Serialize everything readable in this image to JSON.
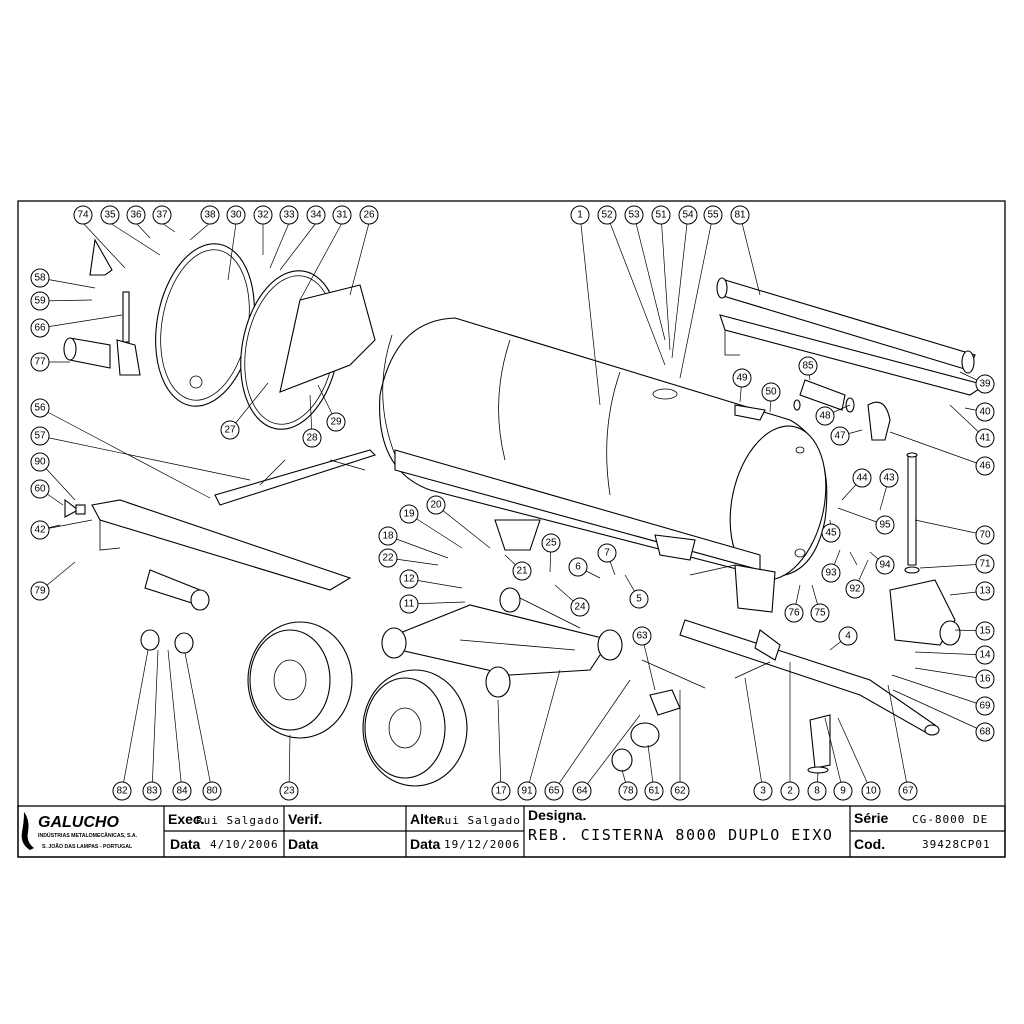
{
  "drawing": {
    "designation_label": "Designa.",
    "designation": "REB. CISTERNA 8000 DUPLO EIXO",
    "serie_label": "Série",
    "serie": "CG-8000 DE",
    "cod_label": "Cod.",
    "cod": "39428CP01"
  },
  "title_block": {
    "exec_label": "Exec.",
    "exec_value": "Rui Salgado",
    "exec_date_label": "Data",
    "exec_date": "4/10/2006",
    "verif_label": "Verif.",
    "verif_date_label": "Data",
    "alter_label": "Alter.",
    "alter_value": "Rui Salgado",
    "alter_date_label": "Data",
    "alter_date": "19/12/2006"
  },
  "company": {
    "name": "GALUCHO",
    "line1": "INDÚSTRIAS METALOMECÂNICAS, S.A.",
    "line2": "S. JOÃO DAS LAMPAS - PORTUGAL"
  },
  "callouts": [
    "1",
    "2",
    "3",
    "4",
    "5",
    "6",
    "7",
    "8",
    "9",
    "10",
    "11",
    "12",
    "13",
    "14",
    "15",
    "16",
    "17",
    "18",
    "19",
    "20",
    "21",
    "22",
    "23",
    "24",
    "25",
    "26",
    "27",
    "28",
    "29",
    "30",
    "31",
    "32",
    "33",
    "34",
    "35",
    "36",
    "37",
    "38",
    "39",
    "40",
    "41",
    "42",
    "43",
    "44",
    "45",
    "46",
    "47",
    "48",
    "49",
    "50",
    "51",
    "52",
    "53",
    "54",
    "55",
    "56",
    "57",
    "58",
    "59",
    "60",
    "61",
    "62",
    "63",
    "64",
    "65",
    "66",
    "67",
    "68",
    "69",
    "70",
    "71",
    "74",
    "75",
    "76",
    "77",
    "78",
    "79",
    "80",
    "81",
    "82",
    "83",
    "84",
    "85",
    "90",
    "91",
    "92",
    "93",
    "94",
    "95"
  ]
}
